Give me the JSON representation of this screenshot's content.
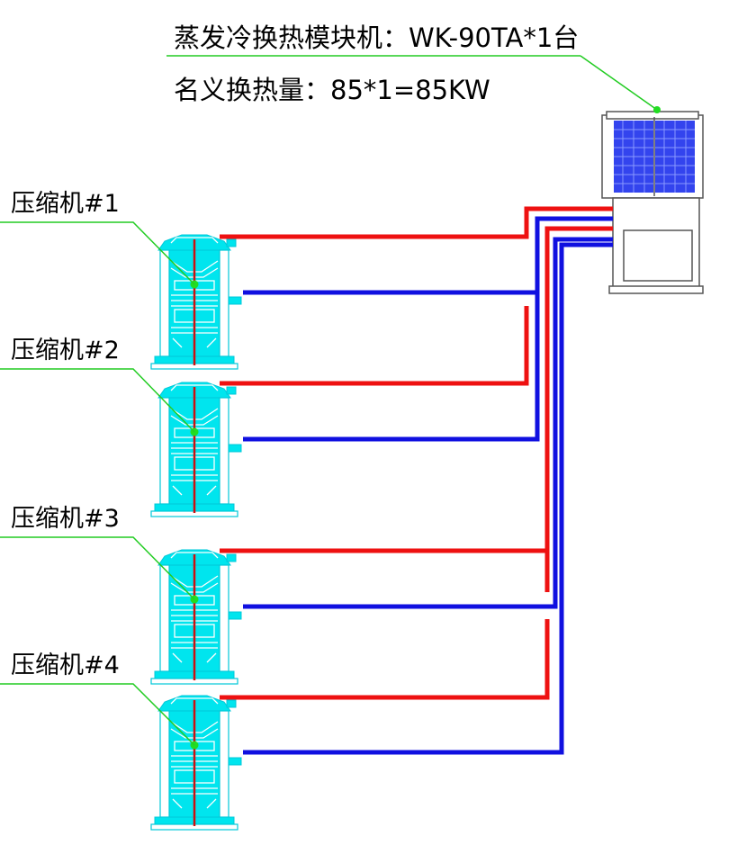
{
  "header": {
    "line1": "蒸发冷换热模块机：WK-90TA*1台",
    "line2": "名义换热量：85*1=85KW"
  },
  "compressors": [
    {
      "label": "压缩机#1"
    },
    {
      "label": "压缩机#2"
    },
    {
      "label": "压缩机#3"
    },
    {
      "label": "压缩机#4"
    }
  ],
  "colors": {
    "supply_line": "#ee1111",
    "return_line": "#1010e0",
    "compressor": "#00e5ee",
    "leader": "#22cc22",
    "coil": "#3344ee"
  },
  "icons": {
    "compressor": "scroll-compressor-icon",
    "module_unit": "evaporative-cooling-module-icon"
  }
}
